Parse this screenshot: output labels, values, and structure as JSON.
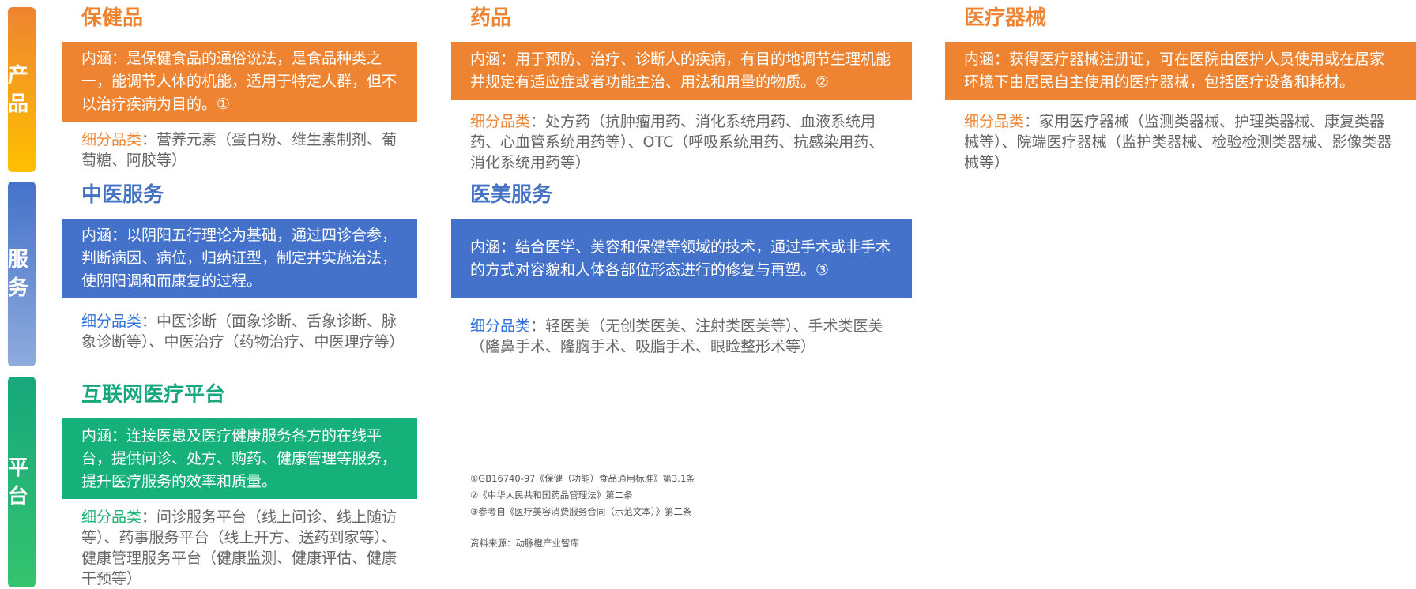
{
  "categories": [
    {
      "label": "产品"
    },
    {
      "label": "服务"
    },
    {
      "label": "平台"
    }
  ],
  "cards": [
    {
      "title": "保健品",
      "desc": "内涵：是保健食品的通俗说法，是食品种类之一，能调节人体的机能，适用于特定人群，但不以治疗疾病为目的。①",
      "sub_label": "细分品类",
      "sub_text": "：营养元素（蛋白粉、维生素制剂、葡萄糖、阿胶等）"
    },
    {
      "title": "药品",
      "desc": "内涵：用于预防、治疗、诊断人的疾病，有目的地调节生理机能并规定有适应症或者功能主治、用法和用量的物质。②",
      "sub_label": "细分品类",
      "sub_text": "：处方药（抗肿瘤用药、消化系统用药、血液系统用药、心血管系统用药等）、OTC（呼吸系统用药、抗感染用药、消化系统用药等）"
    },
    {
      "title": "医疗器械",
      "desc": "内涵：获得医疗器械注册证，可在医院由医护人员使用或在居家环境下由居民自主使用的医疗器械，包括医疗设备和耗材。",
      "sub_label": "细分品类",
      "sub_text": "：家用医疗器械（监测类器械、护理类器械、康复类器械等）、院端医疗器械（监护类器械、检验检测类器械、影像类器械等）"
    },
    {
      "title": "中医服务",
      "desc": "内涵：以阴阳五行理论为基础，通过四诊合参，判断病因、病位，归纳证型，制定并实施治法，使阴阳调和而康复的过程。",
      "sub_label": "细分品类",
      "sub_text": "：中医诊断（面象诊断、舌象诊断、脉象诊断等）、中医治疗（药物治疗、中医理疗等）"
    },
    {
      "title": "医美服务",
      "desc": "内涵：结合医学、美容和保健等领域的技术，通过手术或非手术的方式对容貌和人体各部位形态进行的修复与再塑。③",
      "sub_label": "细分品类",
      "sub_text": "：轻医美（无创类医美、注射类医美等）、手术类医美（隆鼻手术、隆胸手术、吸脂手术、眼睑整形术等）"
    },
    {
      "title": "互联网医疗平台",
      "desc": "内涵：连接医患及医疗健康服务各方的在线平台，提供问诊、处方、购药、健康管理等服务，提升医疗服务的效率和质量。",
      "sub_label": "细分品类",
      "sub_text": "：问诊服务平台（线上问诊、线上随访等）、药事服务平台（线上开方、送药到家等）、健康管理服务平台（健康监测、健康评估、健康干预等）"
    }
  ],
  "footnotes": [
    "①GB16740-97《保健（功能）食品通用标准》第3.1条",
    "②《中华人民共和国药品管理法》第二条",
    "③参考自《医疗美容消费服务合同（示范文本）》第二条"
  ],
  "source": "资料来源：动脉橙产业智库"
}
